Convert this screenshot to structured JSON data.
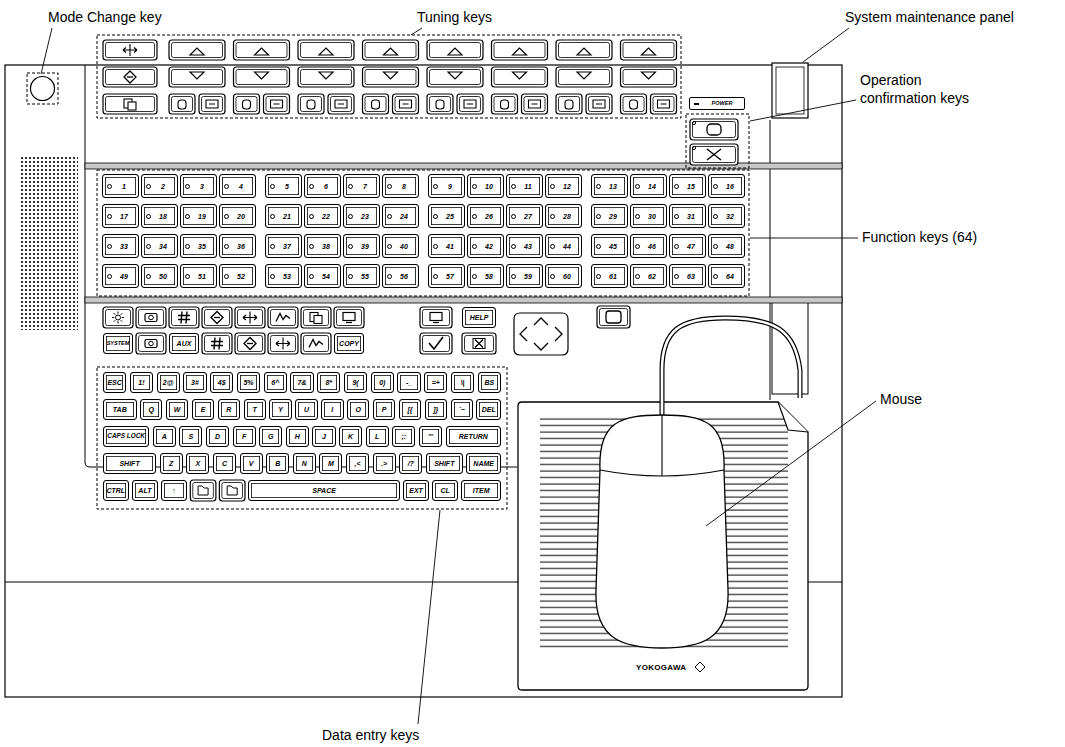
{
  "diagram": {
    "nodes": [
      {
        "text": [
          "POWER"
        ]
      },
      {
        "text": [
          "1"
        ]
      },
      {
        "text": [
          "2"
        ]
      },
      {
        "text": [
          "3"
        ]
      },
      {
        "text": [
          "4"
        ]
      },
      {
        "text": [
          "5"
        ]
      },
      {
        "text": [
          "6"
        ]
      },
      {
        "text": [
          "7"
        ]
      },
      {
        "text": [
          "8"
        ]
      },
      {
        "text": [
          "9"
        ]
      },
      {
        "text": [
          "10"
        ]
      },
      {
        "text": [
          "11"
        ]
      },
      {
        "text": [
          "12"
        ]
      },
      {
        "text": [
          "13"
        ]
      },
      {
        "text": [
          "14"
        ]
      },
      {
        "text": [
          "15"
        ]
      },
      {
        "text": [
          "16"
        ]
      },
      {
        "text": [
          "17"
        ]
      },
      {
        "text": [
          "18"
        ]
      },
      {
        "text": [
          "19"
        ]
      },
      {
        "text": [
          "20"
        ]
      },
      {
        "text": [
          "21"
        ]
      },
      {
        "text": [
          "22"
        ]
      },
      {
        "text": [
          "23"
        ]
      },
      {
        "text": [
          "24"
        ]
      },
      {
        "text": [
          "25"
        ]
      },
      {
        "text": [
          "26"
        ]
      },
      {
        "text": [
          "27"
        ]
      },
      {
        "text": [
          "28"
        ]
      },
      {
        "text": [
          "29"
        ]
      },
      {
        "text": [
          "30"
        ]
      },
      {
        "text": [
          "31"
        ]
      },
      {
        "text": [
          "32"
        ]
      },
      {
        "text": [
          "33"
        ]
      },
      {
        "text": [
          "34"
        ]
      },
      {
        "text": [
          "35"
        ]
      },
      {
        "text": [
          "36"
        ]
      },
      {
        "text": [
          "37"
        ]
      },
      {
        "text": [
          "38"
        ]
      },
      {
        "text": [
          "39"
        ]
      },
      {
        "text": [
          "40"
        ]
      },
      {
        "text": [
          "41"
        ]
      },
      {
        "text": [
          "42"
        ]
      },
      {
        "text": [
          "43"
        ]
      },
      {
        "text": [
          "44"
        ]
      },
      {
        "text": [
          "45"
        ]
      },
      {
        "text": [
          "46"
        ]
      },
      {
        "text": [
          "47"
        ]
      },
      {
        "text": [
          "48"
        ]
      },
      {
        "text": [
          "49"
        ]
      },
      {
        "text": [
          "50"
        ]
      },
      {
        "text": [
          "51"
        ]
      },
      {
        "text": [
          "52"
        ]
      },
      {
        "text": [
          "53"
        ]
      },
      {
        "text": [
          "54"
        ]
      },
      {
        "text": [
          "55"
        ]
      },
      {
        "text": [
          "56"
        ]
      },
      {
        "text": [
          "57"
        ]
      },
      {
        "text": [
          "58"
        ]
      },
      {
        "text": [
          "59"
        ]
      },
      {
        "text": [
          "60"
        ]
      },
      {
        "text": [
          "61"
        ]
      },
      {
        "text": [
          "62"
        ]
      },
      {
        "text": [
          "63"
        ]
      },
      {
        "text": [
          "64"
        ]
      },
      {
        "text": [
          "HELP"
        ]
      },
      {
        "text": [
          "SYSTEM"
        ]
      },
      {
        "text": [
          "AUX"
        ]
      },
      {
        "text": [
          "COPY"
        ]
      },
      {
        "text": [
          "ESC"
        ]
      },
      {
        "text": [
          "1!"
        ]
      },
      {
        "text": [
          "2@"
        ]
      },
      {
        "text": [
          "3#"
        ]
      },
      {
        "text": [
          "4$"
        ]
      },
      {
        "text": [
          "5%"
        ]
      },
      {
        "text": [
          "6^"
        ]
      },
      {
        "text": [
          "7&"
        ]
      },
      {
        "text": [
          "8*"
        ]
      },
      {
        "text": [
          "9("
        ]
      },
      {
        "text": [
          "0)"
        ]
      },
      {
        "text": [
          "-_"
        ]
      },
      {
        "text": [
          "=+"
        ]
      },
      {
        "text": [
          "\\|"
        ]
      },
      {
        "text": [
          "BS"
        ]
      },
      {
        "text": [
          "TAB"
        ]
      },
      {
        "text": [
          "Q"
        ]
      },
      {
        "text": [
          "W"
        ]
      },
      {
        "text": [
          "E"
        ]
      },
      {
        "text": [
          "R"
        ]
      },
      {
        "text": [
          "T"
        ]
      },
      {
        "text": [
          "Y"
        ]
      },
      {
        "text": [
          "U"
        ]
      },
      {
        "text": [
          "I"
        ]
      },
      {
        "text": [
          "O"
        ]
      },
      {
        "text": [
          "P"
        ]
      },
      {
        "text": [
          "[{"
        ]
      },
      {
        "text": [
          "]}"
        ]
      },
      {
        "text": [
          "`~"
        ]
      },
      {
        "text": [
          "DEL"
        ]
      },
      {
        "text": [
          "CAPS LOCK"
        ]
      },
      {
        "text": [
          "A"
        ]
      },
      {
        "text": [
          "S"
        ]
      },
      {
        "text": [
          "D"
        ]
      },
      {
        "text": [
          "F"
        ]
      },
      {
        "text": [
          "G"
        ]
      },
      {
        "text": [
          "H"
        ]
      },
      {
        "text": [
          "J"
        ]
      },
      {
        "text": [
          "K"
        ]
      },
      {
        "text": [
          "L"
        ]
      },
      {
        "text": [
          ";:"
        ]
      },
      {
        "text": [
          "'\""
        ]
      },
      {
        "text": [
          "RETURN"
        ]
      },
      {
        "text": [
          "SHIFT"
        ]
      },
      {
        "text": [
          "Z"
        ]
      },
      {
        "text": [
          "X"
        ]
      },
      {
        "text": [
          "C"
        ]
      },
      {
        "text": [
          "V"
        ]
      },
      {
        "text": [
          "B"
        ]
      },
      {
        "text": [
          "N"
        ]
      },
      {
        "text": [
          "M"
        ]
      },
      {
        "text": [
          ",<"
        ]
      },
      {
        "text": [
          ".>"
        ]
      },
      {
        "text": [
          "/?"
        ]
      },
      {
        "text": [
          "SHIFT"
        ]
      },
      {
        "text": [
          "NAME"
        ]
      },
      {
        "text": [
          "CTRL"
        ]
      },
      {
        "text": [
          "ALT"
        ]
      },
      {
        "text": [
          "↑"
        ]
      },
      {
        "text": [
          "SPACE"
        ]
      },
      {
        "text": [
          "EXT"
        ]
      },
      {
        "text": [
          "CL"
        ]
      },
      {
        "text": [
          "ITEM"
        ]
      }
    ],
    "labels": [
      "Mode Change key",
      "Tuning keys",
      "System maintenance panel",
      "Operation confirmation keys",
      "Function keys (64)",
      "Mouse",
      "Data entry keys",
      "YOKOGAWA"
    ]
  }
}
